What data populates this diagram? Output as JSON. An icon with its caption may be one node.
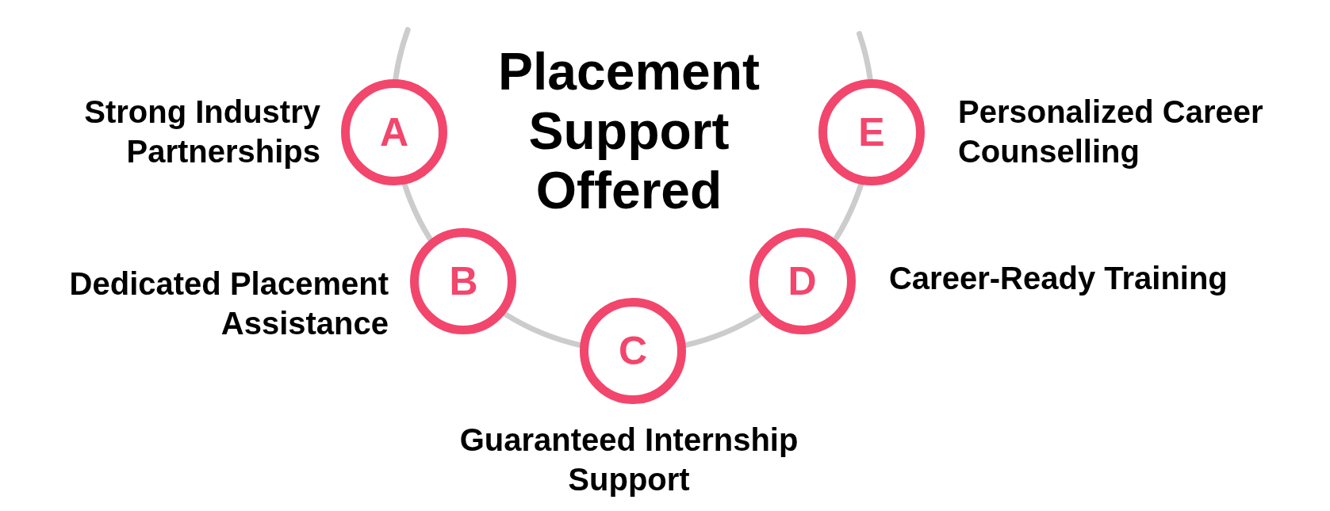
{
  "diagram": {
    "title": "Placement Support Offered",
    "nodes": [
      {
        "text": [
          "A"
        ],
        "beside": [
          "Strong Industry Partnerships"
        ]
      },
      {
        "text": [
          "B"
        ],
        "beside": [
          "Dedicated Placement Assistance"
        ]
      },
      {
        "text": [
          "C"
        ],
        "beside": [
          "Guaranteed Internship Support"
        ]
      },
      {
        "text": [
          "D"
        ],
        "beside": [
          "Career-Ready Training"
        ]
      },
      {
        "text": [
          "E"
        ],
        "beside": [
          "Personalized Career Counselling"
        ]
      }
    ],
    "edges": [
      {
        "from": null,
        "to": 0,
        "arrow": "none"
      },
      {
        "from": 0,
        "to": 1,
        "arrow": "none"
      },
      {
        "from": 1,
        "to": 2,
        "arrow": "none"
      },
      {
        "from": 2,
        "to": 3,
        "arrow": "none"
      },
      {
        "from": 3,
        "to": 4,
        "arrow": "none"
      },
      {
        "from": 4,
        "to": null,
        "arrow": "none"
      }
    ]
  }
}
